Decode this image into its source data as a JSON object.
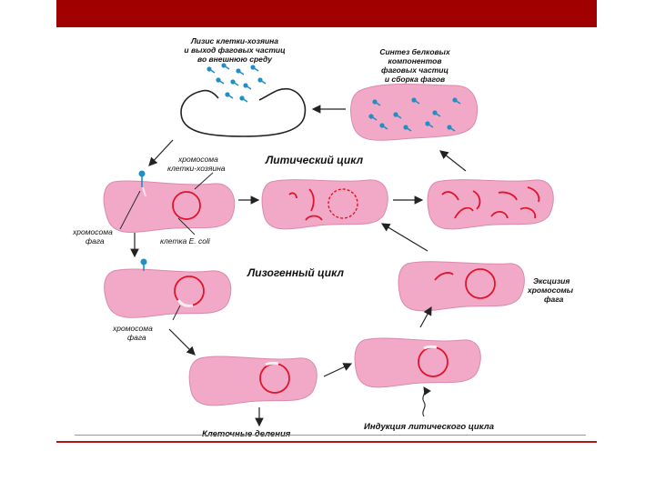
{
  "header_bar_color": "#a00000",
  "labels": {
    "lysis": [
      "Лизис клетки-хозяина",
      "и выход фаговых частиц",
      "во внешнюю среду"
    ],
    "synthesis": [
      "Синтез белковых",
      "компонентов",
      "фаговых частиц",
      "и сборка фагов"
    ],
    "host_chromosome": [
      "хромосома",
      "клетки-хозяина"
    ],
    "lytic_cycle": "Литический цикл",
    "phage_chromosome_1": [
      "хромосома",
      "фага"
    ],
    "ecoli_cell": "клетка E. coli",
    "lysogenic_cycle": "Лизогенный цикл",
    "excision": [
      "Эксцизия",
      "хромосомы",
      "фага"
    ],
    "phage_chromosome_2": [
      "хромосома",
      "фага"
    ],
    "cell_division": "Клеточные деления",
    "induction": "Индукция литического цикла"
  },
  "colors": {
    "cell_fill": "#f2a9c7",
    "cell_stroke": "#d98aab",
    "dna": "#e0152b",
    "phage": "#1f8fc4",
    "arrow": "#222222"
  }
}
